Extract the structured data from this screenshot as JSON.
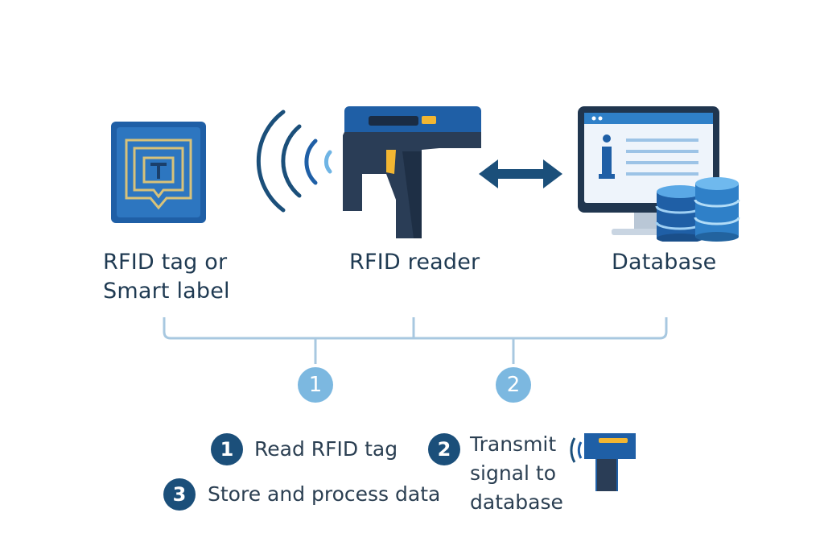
{
  "components": {
    "tag": {
      "line1": "RFID tag or",
      "line2": "Smart label"
    },
    "reader": {
      "label": "RFID reader"
    },
    "database": {
      "label": "Database"
    }
  },
  "markers": [
    "1",
    "2"
  ],
  "steps": [
    {
      "number": "1",
      "text": "Read RFID tag"
    },
    {
      "number": "2",
      "line1": "Transmit",
      "line2": "signal to",
      "line3": "database"
    },
    {
      "number": "3",
      "text": "Store and process data"
    }
  ],
  "colors": {
    "navy": "#1b4f7a",
    "blue": "#2f80c8",
    "light_blue": "#7cb8e0",
    "bracket": "#a8c8e0",
    "accent_yellow": "#f2b632"
  }
}
